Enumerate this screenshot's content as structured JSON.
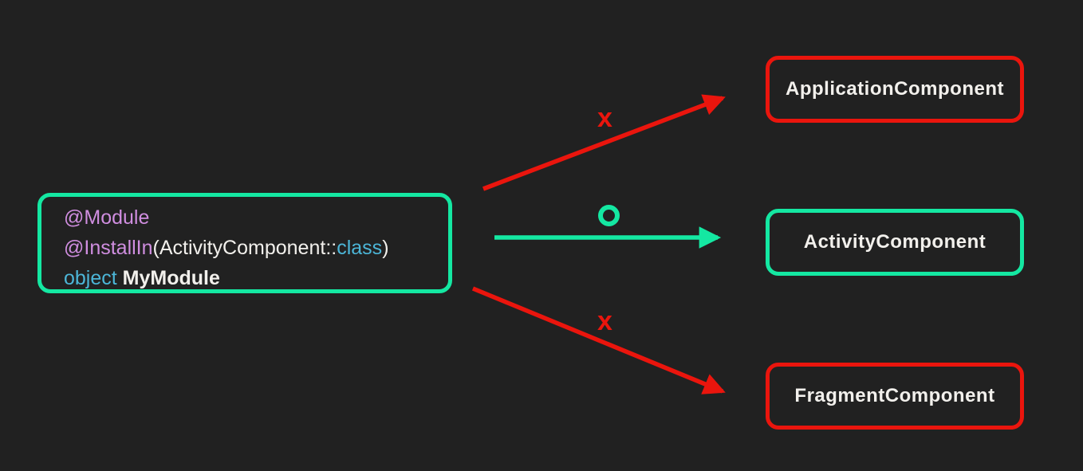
{
  "colors": {
    "bg": "#212121",
    "allowed": "#14e8a2",
    "denied": "#ea150d",
    "plain": "#f2f0ec",
    "annotation": "#d08ee0",
    "keyword": "#4cb6d8"
  },
  "module_box": {
    "line1_annotation": "@Module",
    "line2_annotation": "@InstallIn",
    "line2_paren_open": "(",
    "line2_type": "ActivityComponent",
    "line2_colons": "::",
    "line2_keyword": "class",
    "line2_paren_close": ")",
    "line3_keyword": "object ",
    "line3_name": "MyModule"
  },
  "arrows": [
    {
      "to": "ApplicationComponent",
      "status": "denied",
      "label": "x"
    },
    {
      "to": "ActivityComponent",
      "status": "allowed",
      "marker": "circle-outline"
    },
    {
      "to": "FragmentComponent",
      "status": "denied",
      "label": "x"
    }
  ],
  "targets": [
    {
      "label": "ApplicationComponent",
      "status": "denied"
    },
    {
      "label": "ActivityComponent",
      "status": "allowed"
    },
    {
      "label": "FragmentComponent",
      "status": "denied"
    }
  ]
}
